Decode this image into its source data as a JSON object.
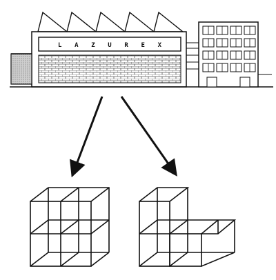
{
  "factory": {
    "sign_text": "L A Z U R E X",
    "roof_teeth": 5
  },
  "office_building": {
    "window_rows": 4,
    "windows_per_row": 4
  },
  "arrows": [
    "left-arrow",
    "right-arrow"
  ],
  "cube_shapes": [
    "shape-left-full-cube",
    "shape-right-l-shape"
  ],
  "colors": {
    "ink": "#111111",
    "paper": "#ffffff",
    "brick": "#8a8a8a"
  }
}
